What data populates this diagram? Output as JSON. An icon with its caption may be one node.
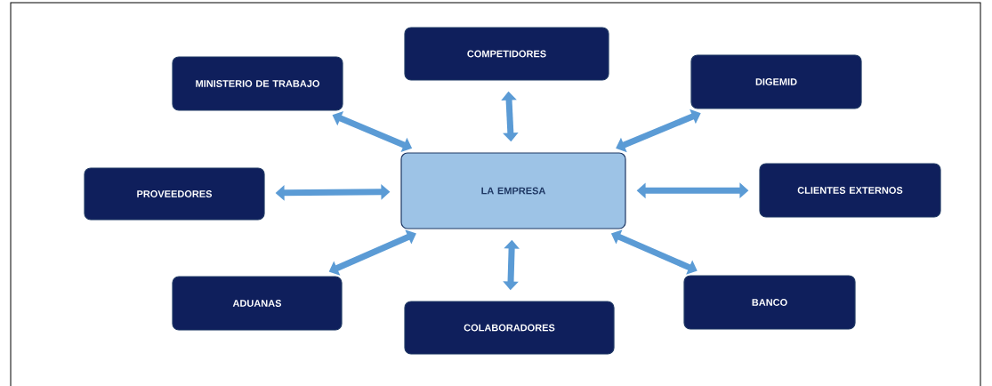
{
  "diagram": {
    "nodes": [
      {
        "text": [
          "COMPETIDORES"
        ]
      },
      {
        "text": [
          "MINISTERIO DE TRABAJO"
        ]
      },
      {
        "text": [
          "DIGEMID"
        ]
      },
      {
        "text": [
          "PROVEEDORES"
        ]
      },
      {
        "text": [
          "LA EMPRESA"
        ]
      },
      {
        "text": [
          "CLIENTES EXTERNOS"
        ]
      },
      {
        "text": [
          "BANCO"
        ]
      },
      {
        "text": [
          "ADUANAS"
        ]
      },
      {
        "text": [
          "COLABORADORES"
        ]
      }
    ],
    "edges": [
      {
        "from": 4,
        "to": 0,
        "arrow": "both"
      },
      {
        "from": 4,
        "to": 1,
        "arrow": "both"
      },
      {
        "from": 4,
        "to": 2,
        "arrow": "both"
      },
      {
        "from": 4,
        "to": 3,
        "arrow": "both"
      },
      {
        "from": 4,
        "to": 5,
        "arrow": "both"
      },
      {
        "from": 4,
        "to": 6,
        "arrow": "both"
      },
      {
        "from": 4,
        "to": 7,
        "arrow": "both"
      },
      {
        "from": 4,
        "to": 8,
        "arrow": "both"
      }
    ]
  }
}
